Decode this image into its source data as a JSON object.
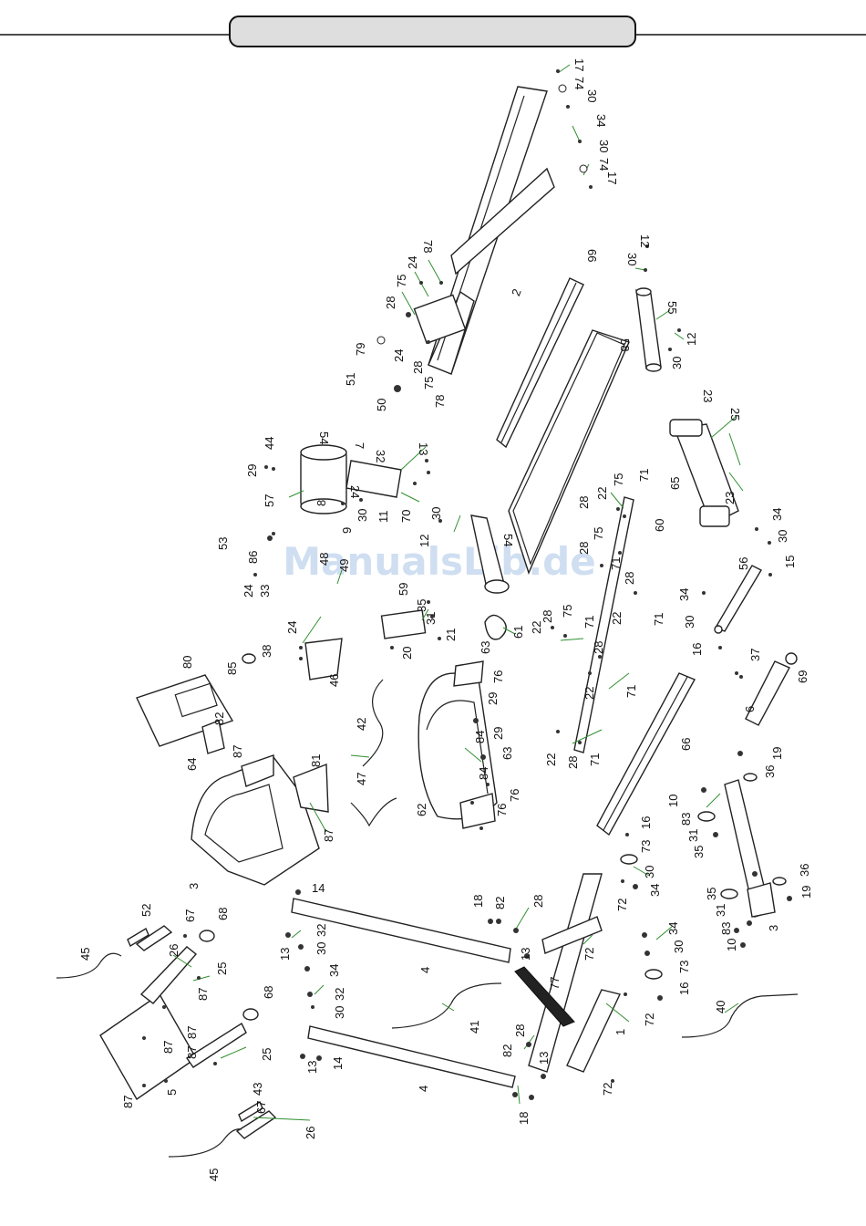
{
  "watermark": "ManualsLib.de",
  "header": {
    "title": ""
  },
  "callouts": [
    {
      "n": "17",
      "id": "c17a"
    },
    {
      "n": "74",
      "id": "c74a"
    },
    {
      "n": "30",
      "id": "c30a"
    },
    {
      "n": "34",
      "id": "c34a"
    },
    {
      "n": "30",
      "id": "c30b"
    },
    {
      "n": "74",
      "id": "c74b"
    },
    {
      "n": "17",
      "id": "c17b"
    },
    {
      "n": "78",
      "id": "c78a"
    },
    {
      "n": "24",
      "id": "c24a"
    },
    {
      "n": "75",
      "id": "c75a"
    },
    {
      "n": "28",
      "id": "c28a"
    },
    {
      "n": "2",
      "id": "c2"
    },
    {
      "n": "66",
      "id": "c66a"
    },
    {
      "n": "12",
      "id": "c12a"
    },
    {
      "n": "30",
      "id": "c30c"
    },
    {
      "n": "55",
      "id": "c55"
    },
    {
      "n": "12",
      "id": "c12b"
    },
    {
      "n": "30",
      "id": "c30d"
    },
    {
      "n": "79",
      "id": "c79"
    },
    {
      "n": "51",
      "id": "c51"
    },
    {
      "n": "50",
      "id": "c50"
    },
    {
      "n": "24",
      "id": "c24b"
    },
    {
      "n": "28",
      "id": "c28b"
    },
    {
      "n": "75",
      "id": "c75b"
    },
    {
      "n": "78",
      "id": "c78b"
    },
    {
      "n": "58",
      "id": "c58"
    },
    {
      "n": "23",
      "id": "c23a"
    },
    {
      "n": "25",
      "id": "c25a"
    },
    {
      "n": "44",
      "id": "c44"
    },
    {
      "n": "54",
      "id": "c54a"
    },
    {
      "n": "7",
      "id": "c7"
    },
    {
      "n": "13",
      "id": "c13a"
    },
    {
      "n": "32",
      "id": "c32a"
    },
    {
      "n": "29",
      "id": "c29a"
    },
    {
      "n": "57",
      "id": "c57"
    },
    {
      "n": "65",
      "id": "c65"
    },
    {
      "n": "23",
      "id": "c23b"
    },
    {
      "n": "24",
      "id": "c24c"
    },
    {
      "n": "30",
      "id": "c30e"
    },
    {
      "n": "11",
      "id": "c11"
    },
    {
      "n": "70",
      "id": "c70"
    },
    {
      "n": "8",
      "id": "c8"
    },
    {
      "n": "9",
      "id": "c9"
    },
    {
      "n": "71",
      "id": "c71a"
    },
    {
      "n": "75",
      "id": "c75c"
    },
    {
      "n": "22",
      "id": "c22a"
    },
    {
      "n": "28",
      "id": "c28c"
    },
    {
      "n": "30",
      "id": "c30f"
    },
    {
      "n": "12",
      "id": "c12c"
    },
    {
      "n": "60",
      "id": "c60"
    },
    {
      "n": "53",
      "id": "c53"
    },
    {
      "n": "86",
      "id": "c86"
    },
    {
      "n": "33",
      "id": "c33"
    },
    {
      "n": "24",
      "id": "c24d"
    },
    {
      "n": "48",
      "id": "c48"
    },
    {
      "n": "49",
      "id": "c49"
    },
    {
      "n": "54",
      "id": "c54b"
    },
    {
      "n": "75",
      "id": "c75d"
    },
    {
      "n": "28",
      "id": "c28d"
    },
    {
      "n": "71",
      "id": "c71b"
    },
    {
      "n": "34",
      "id": "c34b"
    },
    {
      "n": "30",
      "id": "c30g"
    },
    {
      "n": "15",
      "id": "c15"
    },
    {
      "n": "59",
      "id": "c59"
    },
    {
      "n": "35",
      "id": "c35a"
    },
    {
      "n": "31",
      "id": "c31a"
    },
    {
      "n": "21",
      "id": "c21"
    },
    {
      "n": "20",
      "id": "c20"
    },
    {
      "n": "61",
      "id": "c61"
    },
    {
      "n": "28",
      "id": "c28e"
    },
    {
      "n": "22",
      "id": "c22b"
    },
    {
      "n": "71",
      "id": "c71c"
    },
    {
      "n": "56",
      "id": "c56"
    },
    {
      "n": "34",
      "id": "c34c"
    },
    {
      "n": "30",
      "id": "c30h"
    },
    {
      "n": "16",
      "id": "c16a"
    },
    {
      "n": "22",
      "id": "c22c"
    },
    {
      "n": "28",
      "id": "c28f"
    },
    {
      "n": "75",
      "id": "c75e"
    },
    {
      "n": "71",
      "id": "c71d"
    },
    {
      "n": "24",
      "id": "c24e"
    },
    {
      "n": "46",
      "id": "c46"
    },
    {
      "n": "38",
      "id": "c38"
    },
    {
      "n": "80",
      "id": "c80"
    },
    {
      "n": "85",
      "id": "c85"
    },
    {
      "n": "63",
      "id": "c63a"
    },
    {
      "n": "76",
      "id": "c76a"
    },
    {
      "n": "28",
      "id": "c28g"
    },
    {
      "n": "22",
      "id": "c22d"
    },
    {
      "n": "71",
      "id": "c71e"
    },
    {
      "n": "37",
      "id": "c37"
    },
    {
      "n": "69",
      "id": "c69"
    },
    {
      "n": "6",
      "id": "c6"
    },
    {
      "n": "29",
      "id": "c29b"
    },
    {
      "n": "84",
      "id": "c84a"
    },
    {
      "n": "29",
      "id": "c29c"
    },
    {
      "n": "42",
      "id": "c42"
    },
    {
      "n": "82",
      "id": "c82a"
    },
    {
      "n": "87",
      "id": "c87a"
    },
    {
      "n": "64",
      "id": "c64"
    },
    {
      "n": "81",
      "id": "c81"
    },
    {
      "n": "22",
      "id": "c22e"
    },
    {
      "n": "28",
      "id": "c28h"
    },
    {
      "n": "71",
      "id": "c71f"
    },
    {
      "n": "66",
      "id": "c66b"
    },
    {
      "n": "19",
      "id": "c19a"
    },
    {
      "n": "36",
      "id": "c36a"
    },
    {
      "n": "63",
      "id": "c63b"
    },
    {
      "n": "84",
      "id": "c84b"
    },
    {
      "n": "47",
      "id": "c47"
    },
    {
      "n": "62",
      "id": "c62"
    },
    {
      "n": "76",
      "id": "c76b"
    },
    {
      "n": "76",
      "id": "c76c"
    },
    {
      "n": "87",
      "id": "c87b"
    },
    {
      "n": "3",
      "id": "c3a"
    },
    {
      "n": "10",
      "id": "c10a"
    },
    {
      "n": "83",
      "id": "c83a"
    },
    {
      "n": "31",
      "id": "c31b"
    },
    {
      "n": "35",
      "id": "c35b"
    },
    {
      "n": "16",
      "id": "c16b"
    },
    {
      "n": "73",
      "id": "c73a"
    },
    {
      "n": "30",
      "id": "c30i"
    },
    {
      "n": "34",
      "id": "c34d"
    },
    {
      "n": "14",
      "id": "c14a"
    },
    {
      "n": "18",
      "id": "c18a"
    },
    {
      "n": "28",
      "id": "c28i"
    },
    {
      "n": "82",
      "id": "c82b"
    },
    {
      "n": "72",
      "id": "c72a"
    },
    {
      "n": "36",
      "id": "c36b"
    },
    {
      "n": "19",
      "id": "c19b"
    },
    {
      "n": "35",
      "id": "c35c"
    },
    {
      "n": "31",
      "id": "c31c"
    },
    {
      "n": "83",
      "id": "c83b"
    },
    {
      "n": "10",
      "id": "c10b"
    },
    {
      "n": "3",
      "id": "c3b"
    },
    {
      "n": "52",
      "id": "c52"
    },
    {
      "n": "67",
      "id": "c67a"
    },
    {
      "n": "68",
      "id": "c68a"
    },
    {
      "n": "45",
      "id": "c45a"
    },
    {
      "n": "26",
      "id": "c26a"
    },
    {
      "n": "25",
      "id": "c25b"
    },
    {
      "n": "13",
      "id": "c13b"
    },
    {
      "n": "32",
      "id": "c32b"
    },
    {
      "n": "30",
      "id": "c30j"
    },
    {
      "n": "4",
      "id": "c4a"
    },
    {
      "n": "13",
      "id": "c13c"
    },
    {
      "n": "72",
      "id": "c72b"
    },
    {
      "n": "34",
      "id": "c34e"
    },
    {
      "n": "30",
      "id": "c30k"
    },
    {
      "n": "73",
      "id": "c73b"
    },
    {
      "n": "16",
      "id": "c16c"
    },
    {
      "n": "77",
      "id": "c77"
    },
    {
      "n": "87",
      "id": "c87c"
    },
    {
      "n": "68",
      "id": "c68b"
    },
    {
      "n": "87",
      "id": "c87d"
    },
    {
      "n": "34",
      "id": "c34f"
    },
    {
      "n": "30",
      "id": "c30l"
    },
    {
      "n": "32",
      "id": "c32c"
    },
    {
      "n": "87",
      "id": "c87e"
    },
    {
      "n": "41",
      "id": "c41"
    },
    {
      "n": "40",
      "id": "c40"
    },
    {
      "n": "72",
      "id": "c72c"
    },
    {
      "n": "1",
      "id": "c1"
    },
    {
      "n": "87",
      "id": "c87f"
    },
    {
      "n": "25",
      "id": "c25c"
    },
    {
      "n": "13",
      "id": "c13d"
    },
    {
      "n": "14",
      "id": "c14b"
    },
    {
      "n": "28",
      "id": "c28j"
    },
    {
      "n": "82",
      "id": "c82c"
    },
    {
      "n": "13",
      "id": "c13e"
    },
    {
      "n": "87",
      "id": "c87g"
    },
    {
      "n": "5",
      "id": "c5"
    },
    {
      "n": "4",
      "id": "c4b"
    },
    {
      "n": "72",
      "id": "c72d"
    },
    {
      "n": "43",
      "id": "c43"
    },
    {
      "n": "18",
      "id": "c18b"
    },
    {
      "n": "67",
      "id": "c67b"
    },
    {
      "n": "26",
      "id": "c26b"
    },
    {
      "n": "45",
      "id": "c45b"
    }
  ]
}
